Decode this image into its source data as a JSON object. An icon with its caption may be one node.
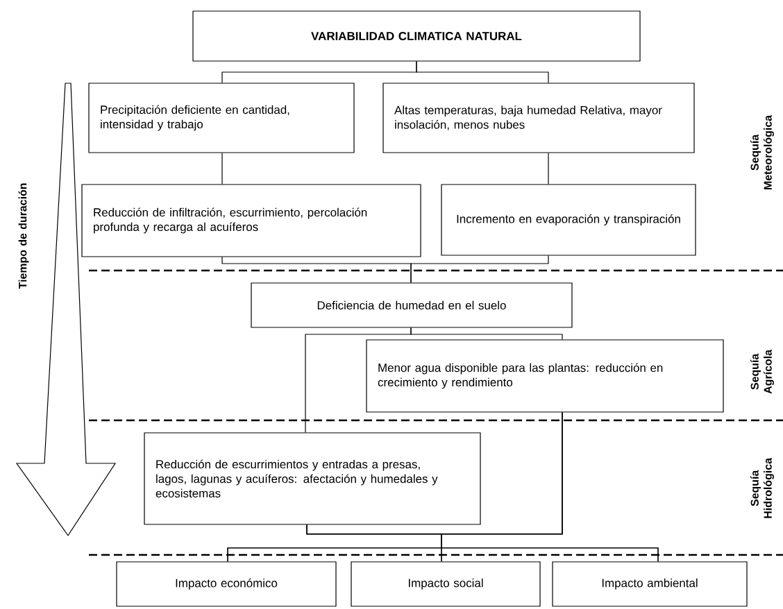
{
  "diagram": {
    "nodes": [
      {
        "text": [
          "VARIABILIDAD CLIMATICA NATURAL"
        ]
      },
      {
        "text": [
          "Precipitación deficiente en cantidad, intensidad y trabajo"
        ]
      },
      {
        "text": [
          "Altas temperaturas, baja humedad Relativa, mayor insolación, menos nubes"
        ]
      },
      {
        "text": [
          "Reducción de infiltración, escurrimiento, percolación profunda y recarga al acuíferos"
        ]
      },
      {
        "text": [
          "Incremento en evaporación y transpiración"
        ]
      },
      {
        "text": [
          "Deficiencia de humedad en el suelo"
        ]
      },
      {
        "text": [
          "Menor agua disponible para las plantas: reducción en crecimiento y rendimiento"
        ]
      },
      {
        "text": [
          "Reducción de escurrimientos y entradas a presas, lagos, lagunas y acuíferos: afectación y humedales y ecosistemas"
        ]
      },
      {
        "text": [
          "Impacto económico"
        ]
      },
      {
        "text": [
          "Impacto social"
        ]
      },
      {
        "text": [
          "Impacto ambiental"
        ]
      }
    ],
    "edges": [
      {
        "from": 0,
        "to": 1,
        "arrow": "none"
      },
      {
        "from": 0,
        "to": 2,
        "arrow": "none"
      },
      {
        "from": 1,
        "to": 3,
        "arrow": "none"
      },
      {
        "from": 2,
        "to": 4,
        "arrow": "none"
      },
      {
        "from": 3,
        "to": 5,
        "arrow": "none"
      },
      {
        "from": 4,
        "to": 5,
        "arrow": "none"
      },
      {
        "from": 5,
        "to": 6,
        "arrow": "none"
      },
      {
        "from": 5,
        "to": 7,
        "arrow": "none"
      },
      {
        "from": 6,
        "to": 8,
        "arrow": "none"
      },
      {
        "from": 6,
        "to": 9,
        "arrow": "none"
      },
      {
        "from": 6,
        "to": 10,
        "arrow": "none"
      },
      {
        "from": 7,
        "to": 8,
        "arrow": "none"
      },
      {
        "from": 7,
        "to": 9,
        "arrow": "none"
      },
      {
        "from": 7,
        "to": 10,
        "arrow": "none"
      }
    ],
    "labels": [
      "Tiempo de duración",
      "Sequía Meteorológica",
      "Sequía Agrícola",
      "Sequía Hidrológica"
    ]
  }
}
